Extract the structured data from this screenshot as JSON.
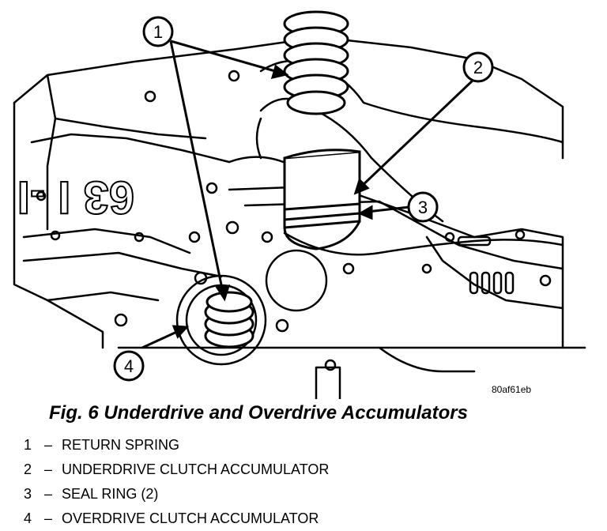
{
  "figure": {
    "ref_code": "80af61eb",
    "caption": "Fig. 6 Underdrive and Overdrive Accumulators",
    "embossed_text": "63 I -I",
    "callouts": [
      "1",
      "2",
      "3",
      "4"
    ]
  },
  "legend": [
    {
      "num": "1",
      "sep": "–",
      "label": "RETURN SPRING"
    },
    {
      "num": "2",
      "sep": "–",
      "label": "UNDERDRIVE CLUTCH ACCUMULATOR"
    },
    {
      "num": "3",
      "sep": "–",
      "label": "SEAL RING (2)"
    },
    {
      "num": "4",
      "sep": "–",
      "label": "OVERDRIVE CLUTCH ACCUMULATOR"
    }
  ],
  "colors": {
    "ink": "#000000",
    "paper": "#ffffff"
  }
}
